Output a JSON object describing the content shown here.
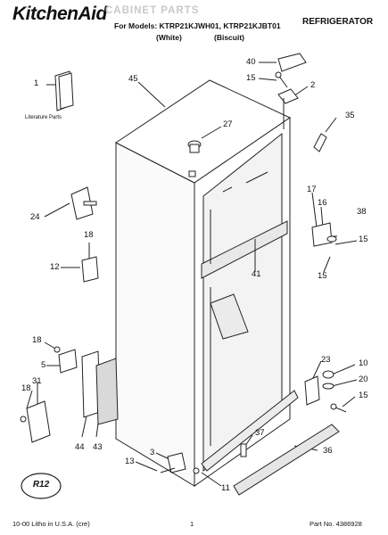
{
  "header": {
    "brand": "KitchenAid",
    "watermark_title": "CABINET PARTS",
    "for_models": "For Models: KTRP21KJWH01, KTRP21KJBT01",
    "color_1": "(White)",
    "color_2": "(Biscuit)",
    "category": "REFRIGERATOR"
  },
  "literature_label": "Literature Parts",
  "callouts": [
    "1",
    "45",
    "40",
    "15",
    "2",
    "27",
    "35",
    "24",
    "17",
    "16",
    "38",
    "18",
    "15",
    "12",
    "41",
    "15",
    "18",
    "5",
    "23",
    "10",
    "18",
    "31",
    "20",
    "15",
    "44",
    "43",
    "37",
    "3",
    "36",
    "13",
    "11"
  ],
  "stamp_text": "R12",
  "footer": {
    "litho": "10-00 Litho in U.S.A. (cre)",
    "page": "1",
    "part_no": "Part No. 4386928"
  }
}
